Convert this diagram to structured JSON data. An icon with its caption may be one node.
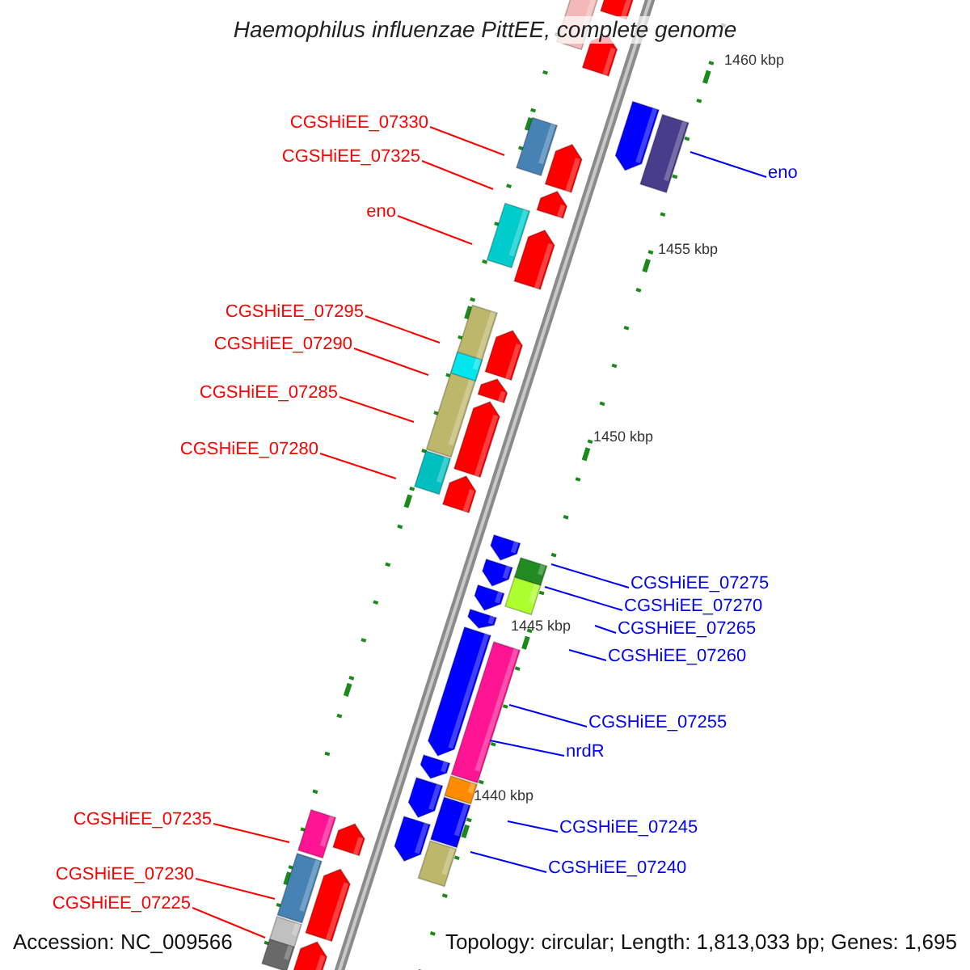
{
  "diagram": {
    "title": "Haemophilus influenzae PittEE, complete genome",
    "nodes": [
      {
        "text": [
          "CGSHiEE_07330"
        ]
      },
      {
        "text": [
          "CGSHiEE_07325"
        ]
      },
      {
        "text": [
          "eno"
        ]
      },
      {
        "text": [
          "eno"
        ]
      },
      {
        "text": [
          "CGSHiEE_07295"
        ]
      },
      {
        "text": [
          "CGSHiEE_07290"
        ]
      },
      {
        "text": [
          "CGSHiEE_07285"
        ]
      },
      {
        "text": [
          "CGSHiEE_07280"
        ]
      },
      {
        "text": [
          "CGSHiEE_07275"
        ]
      },
      {
        "text": [
          "CGSHiEE_07270"
        ]
      },
      {
        "text": [
          "CGSHiEE_07265"
        ]
      },
      {
        "text": [
          "CGSHiEE_07260"
        ]
      },
      {
        "text": [
          "CGSHiEE_07255"
        ]
      },
      {
        "text": [
          "nrdR"
        ]
      },
      {
        "text": [
          "CGSHiEE_07235"
        ]
      },
      {
        "text": [
          "CGSHiEE_07245"
        ]
      },
      {
        "text": [
          "CGSHiEE_07240"
        ]
      },
      {
        "text": [
          "CGSHiEE_07230"
        ]
      },
      {
        "text": [
          "CGSHiEE_07225"
        ]
      }
    ],
    "edges": [
      {
        "from": 0,
        "to": null,
        "arrow": "none",
        "color": "#ff0000"
      },
      {
        "from": 1,
        "to": null,
        "arrow": "none",
        "color": "#ff0000"
      },
      {
        "from": 2,
        "to": null,
        "arrow": "none",
        "color": "#0000ff"
      },
      {
        "from": 3,
        "to": null,
        "arrow": "none",
        "color": "#ff0000"
      },
      {
        "from": 4,
        "to": null,
        "arrow": "none",
        "color": "#ff0000"
      },
      {
        "from": 5,
        "to": null,
        "arrow": "none",
        "color": "#ff0000"
      },
      {
        "from": 6,
        "to": null,
        "arrow": "none",
        "color": "#ff0000"
      },
      {
        "from": 7,
        "to": null,
        "arrow": "none",
        "color": "#ff0000"
      },
      {
        "from": 8,
        "to": null,
        "arrow": "none",
        "color": "#0000ff"
      },
      {
        "from": 9,
        "to": null,
        "arrow": "none",
        "color": "#0000ff"
      },
      {
        "from": 10,
        "to": null,
        "arrow": "none",
        "color": "#0000ff"
      },
      {
        "from": 11,
        "to": null,
        "arrow": "none",
        "color": "#0000ff"
      },
      {
        "from": 12,
        "to": null,
        "arrow": "none",
        "color": "#0000ff"
      },
      {
        "from": 13,
        "to": null,
        "arrow": "none",
        "color": "#0000ff"
      },
      {
        "from": 14,
        "to": null,
        "arrow": "none",
        "color": "#ff0000"
      },
      {
        "from": 15,
        "to": null,
        "arrow": "none",
        "color": "#0000ff"
      },
      {
        "from": 16,
        "to": null,
        "arrow": "none",
        "color": "#0000ff"
      },
      {
        "from": 17,
        "to": null,
        "arrow": "none",
        "color": "#ff0000"
      },
      {
        "from": 18,
        "to": null,
        "arrow": "none",
        "color": "#ff0000"
      }
    ],
    "labels": [
      "1460 kbp",
      "1455 kbp",
      "1450 kbp",
      "1445 kbp",
      "1440 kbp",
      "Accession: NC_009566",
      "Topology: circular; Length: 1,813,033 bp; Genes: 1,695"
    ]
  }
}
